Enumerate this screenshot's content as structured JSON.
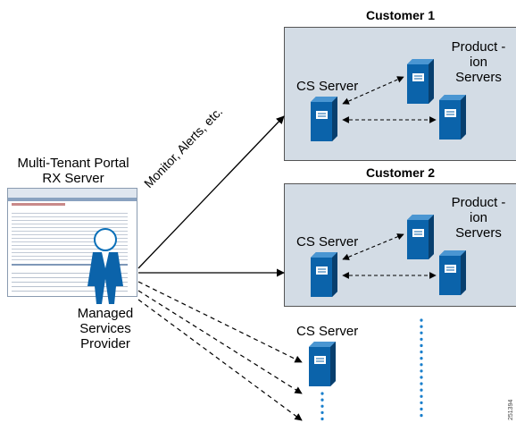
{
  "portal": {
    "line1": "Multi-Tenant Portal",
    "line2": "RX Server"
  },
  "provider": {
    "line1": "Managed",
    "line2": "Services",
    "line3": "Provider"
  },
  "link_label": "Monitor, Alerts, etc.",
  "customer1": {
    "title": "Customer 1",
    "cs_label": "CS Server",
    "prod_line1": "Product -",
    "prod_line2": "ion",
    "prod_line3": "Servers"
  },
  "customer2": {
    "title": "Customer 2",
    "cs_label": "CS Server",
    "prod_line1": "Product -",
    "prod_line2": "ion",
    "prod_line3": "Servers"
  },
  "standalone": {
    "cs_label": "CS Server"
  },
  "figure_id": "251394"
}
